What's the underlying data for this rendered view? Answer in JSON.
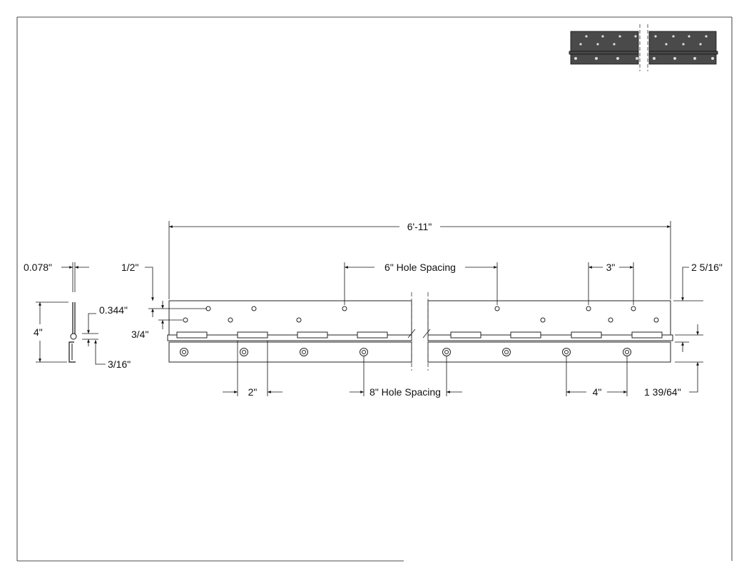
{
  "drawing": {
    "colors": {
      "line": "#111111",
      "thumbnail_fill": "#4a4a4a",
      "background": "#ffffff"
    },
    "dimensions": {
      "overall_length": "6'-11\"",
      "thickness": "0.078\"",
      "top_margin": "1/2\"",
      "knuckle_diameter": "0.344\"",
      "height": "4\"",
      "hole_row_offset": "3/4\"",
      "pin_offset": "3/16\"",
      "top_hole_spacing": "6\" Hole Spacing",
      "top_hole_pitch": "3\"",
      "top_leaf_width": "2 5/16\"",
      "knuckle_length": "2\"",
      "bottom_hole_spacing": "8\" Hole Spacing",
      "bottom_hole_pitch": "4\"",
      "bottom_leaf_width": "1 39/64\""
    },
    "thumbnail": {
      "icon": "hinge-thumbnail-icon"
    }
  }
}
